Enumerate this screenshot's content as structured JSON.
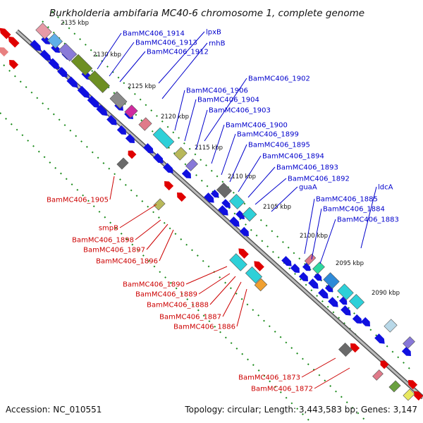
{
  "title": "Burkholderia ambifaria MC40-6 chromosome 1, complete genome",
  "footer": {
    "accession": "Accession: NC_010551",
    "summary": "Topology: circular; Length: 3,443,583 bp; Genes: 3,147"
  },
  "scale": [
    "2135 kbp",
    "2130 kbp",
    "2125 kbp",
    "2120 kbp",
    "2115 kbp",
    "2110 kbp",
    "2105 kbp",
    "2100 kbp",
    "2095 kbp",
    "2090 kbp"
  ],
  "colors": {
    "forward_label": "#0000cc",
    "reverse_label": "#cc0000",
    "forward_gene": "#1010e0",
    "reverse_gene": "#e00000",
    "backbone": "#8a8a8a",
    "tick": "#1a8a1a"
  },
  "forward_labels": [
    "BamMC406_1914",
    "lpxB",
    "BamMC406_1913",
    "rnhB",
    "BamMC406_1912",
    "BamMC406_1902",
    "BamMC406_1906",
    "BamMC406_1904",
    "BamMC406_1903",
    "BamMC406_1900",
    "BamMC406_1899",
    "BamMC406_1895",
    "BamMC406_1894",
    "BamMC406_1893",
    "BamMC406_1892",
    "guaA",
    "ldcA",
    "BamMC406_1885",
    "BamMC406_1884",
    "BamMC406_1883"
  ],
  "reverse_labels": [
    "BamMC406_1905",
    "smpB",
    "BamMC406_1898",
    "BamMC406_1897",
    "BamMC406_1896",
    "BamMC406_1890",
    "BamMC406_1889",
    "BamMC406_1888",
    "BamMC406_1887",
    "BamMC406_1886",
    "BamMC406_1873",
    "BamMC406_1872"
  ]
}
